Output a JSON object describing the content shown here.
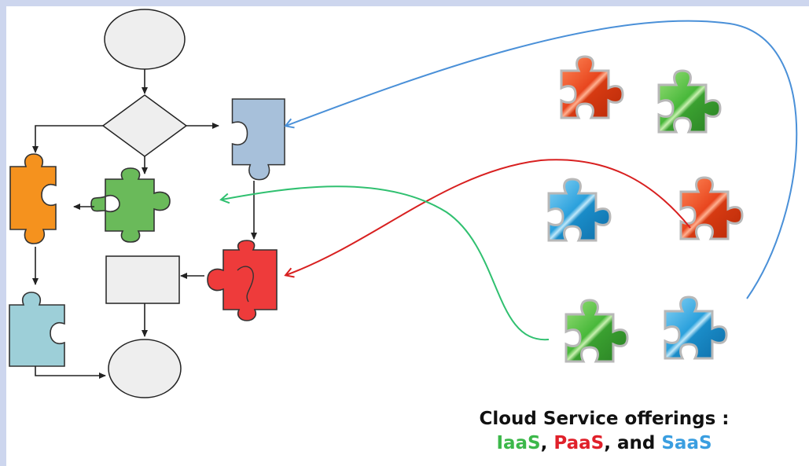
{
  "caption": {
    "title": "Cloud Service offerings :",
    "iaas": "IaaS",
    "paas": "PaaS",
    "saas": "SaaS",
    "sep1": ", ",
    "sep2": ", and ",
    "colors": {
      "iaas": "#3cb84a",
      "paas": "#e0202a",
      "saas": "#3a9ee0"
    }
  },
  "colors": {
    "flow_fill": "#eeeeee",
    "flow_stroke": "#222222",
    "piece_blue_gray": "#a7c0da",
    "piece_orange": "#f5921e",
    "piece_green": "#6aba5a",
    "piece_red": "#ee3b3b",
    "piece_teal": "#9dcfd8",
    "gloss_red": "#e8461e",
    "gloss_green": "#48b83a",
    "gloss_blue": "#2aa0dc",
    "link_blue": "#4a90d8",
    "link_red": "#d82020",
    "link_green": "#30c070"
  }
}
